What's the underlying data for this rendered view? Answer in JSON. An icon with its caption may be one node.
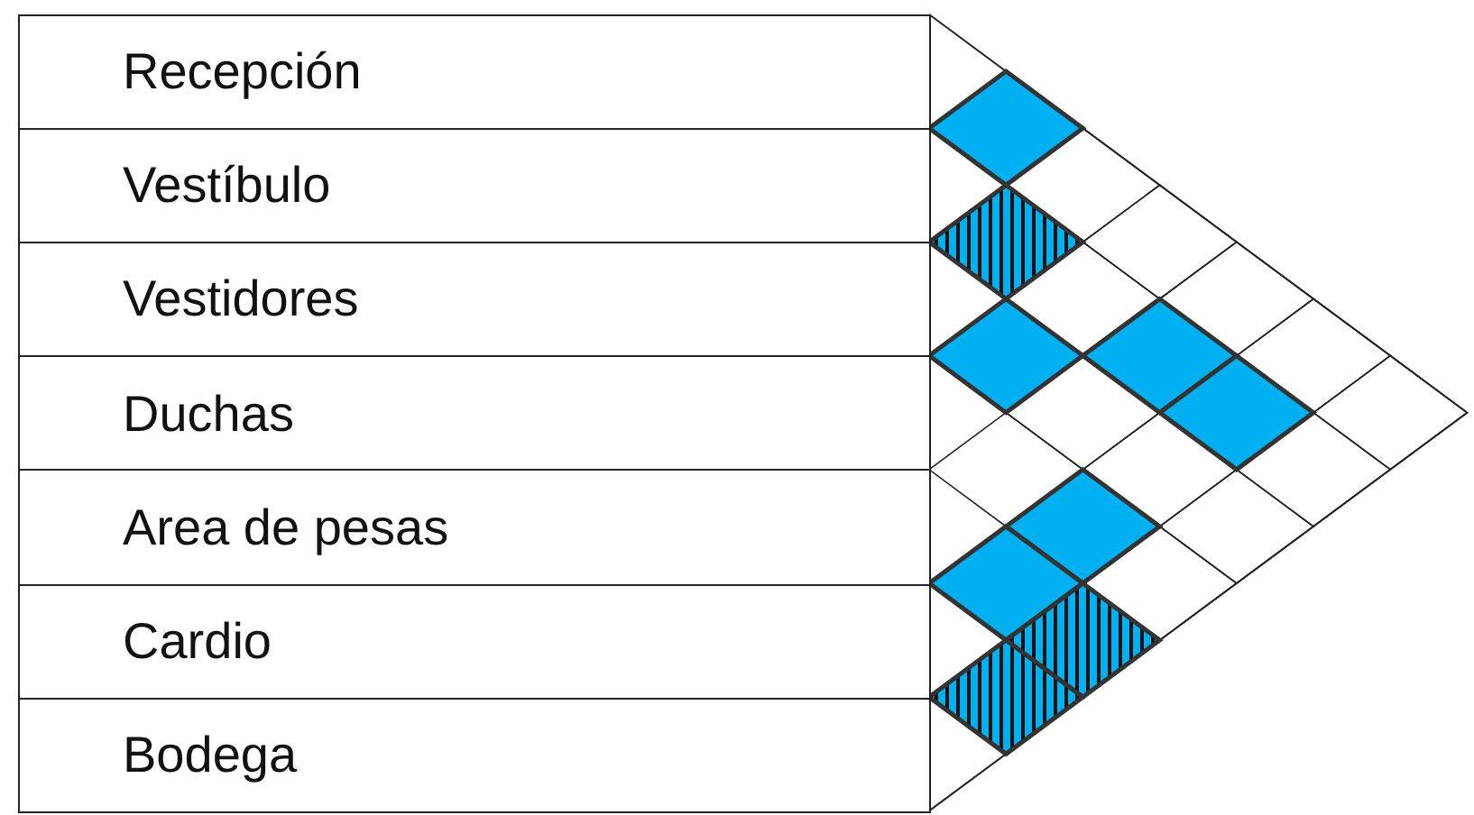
{
  "diagram": {
    "nodes": [
      {
        "text": [
          "Recepción"
        ]
      },
      {
        "text": [
          "Vestíbulo"
        ]
      },
      {
        "text": [
          "Vestidores"
        ]
      },
      {
        "text": [
          "Duchas"
        ]
      },
      {
        "text": [
          "Area de pesas"
        ]
      },
      {
        "text": [
          "Cardio"
        ]
      },
      {
        "text": [
          "Bodega"
        ]
      }
    ]
  }
}
